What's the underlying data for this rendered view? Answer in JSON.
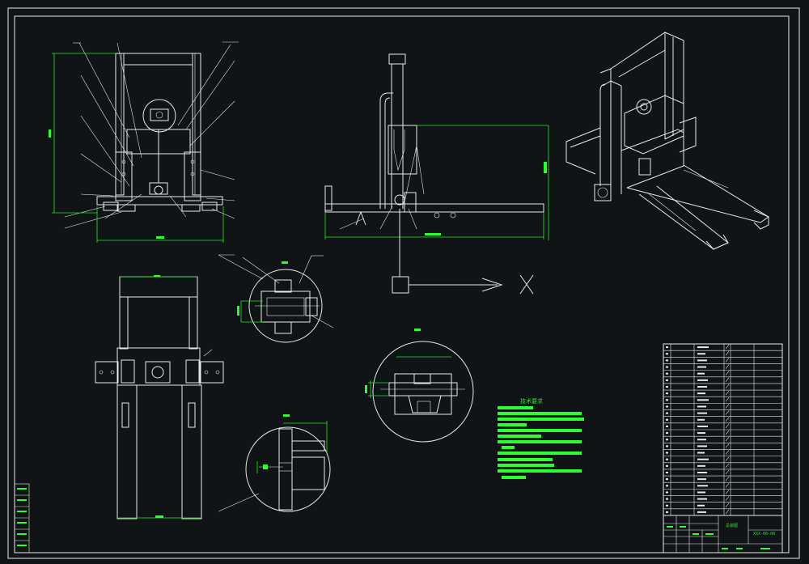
{
  "colors": {
    "background": "#111417",
    "lines": "#e8e8e8",
    "dimensions": "#27e52b",
    "notes_highlight": "#2bff2f"
  },
  "notes_title": "技术要求",
  "title_block": {
    "drawing_name": "总装图",
    "code": "XXX-00-00"
  }
}
